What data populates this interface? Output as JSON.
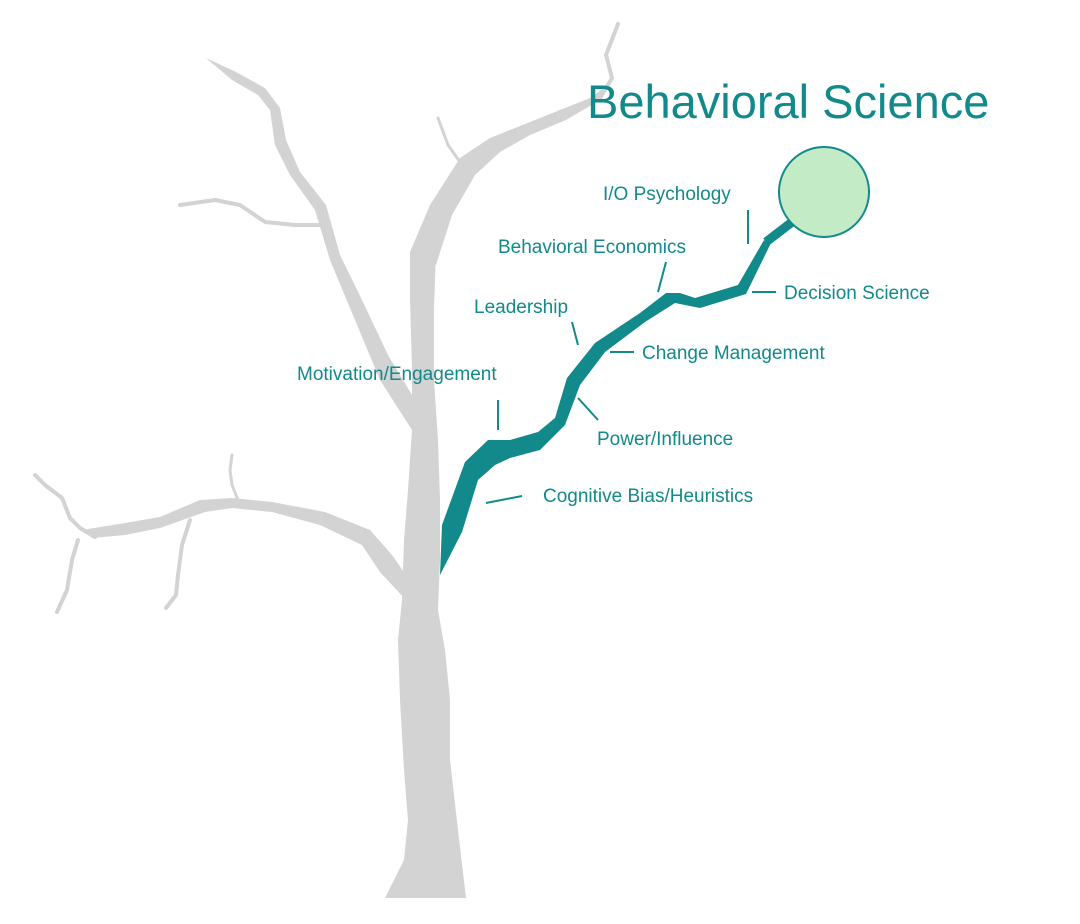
{
  "title": "Behavioral Science",
  "colors": {
    "accent": "#12898a",
    "goal_fill": "#c3ebc6",
    "tree": "#d3d3d3",
    "background": "#ffffff"
  },
  "labels": {
    "io_psychology": "I/O Psychology",
    "behavioral_economics": "Behavioral Economics",
    "decision_science": "Decision Science",
    "leadership": "Leadership",
    "change_management": "Change Management",
    "motivation_engagement": "Motivation/Engagement",
    "power_influence": "Power/Influence",
    "cognitive_bias_heuristics": "Cognitive Bias/Heuristics"
  }
}
